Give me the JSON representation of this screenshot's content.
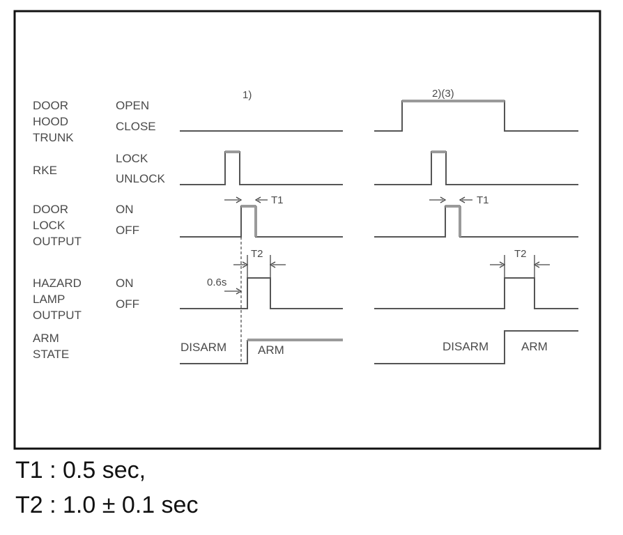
{
  "signals": [
    {
      "key": "door",
      "name_lines": [
        "DOOR",
        "HOOD",
        "TRUNK"
      ],
      "state_high": "OPEN",
      "state_low": "CLOSE"
    },
    {
      "key": "rke",
      "name_lines": [
        "RKE"
      ],
      "state_high": "LOCK",
      "state_low": "UNLOCK"
    },
    {
      "key": "door_lock",
      "name_lines": [
        "DOOR",
        "LOCK",
        "OUTPUT"
      ],
      "state_high": "ON",
      "state_low": "OFF"
    },
    {
      "key": "hazard",
      "name_lines": [
        "HAZARD",
        "LAMP",
        "OUTPUT"
      ],
      "state_high": "ON",
      "state_low": "OFF"
    },
    {
      "key": "arm",
      "name_lines": [
        "ARM",
        "STATE"
      ],
      "state_high": "",
      "state_low": ""
    }
  ],
  "case_labels": {
    "case1": "1)",
    "case2": "2)(3)"
  },
  "timing_labels": {
    "t1": "T1",
    "t2": "T2",
    "delay": "0.6s"
  },
  "arm_labels": {
    "disarm": "DISARM",
    "arm": "ARM"
  },
  "notes": [
    "T1 : 0.5 sec,",
    "T2 : 1.0 ± 0.1 sec"
  ],
  "colors": {
    "frame": "#111111",
    "wave": "#555555",
    "highlight": "#9a9a9a"
  }
}
